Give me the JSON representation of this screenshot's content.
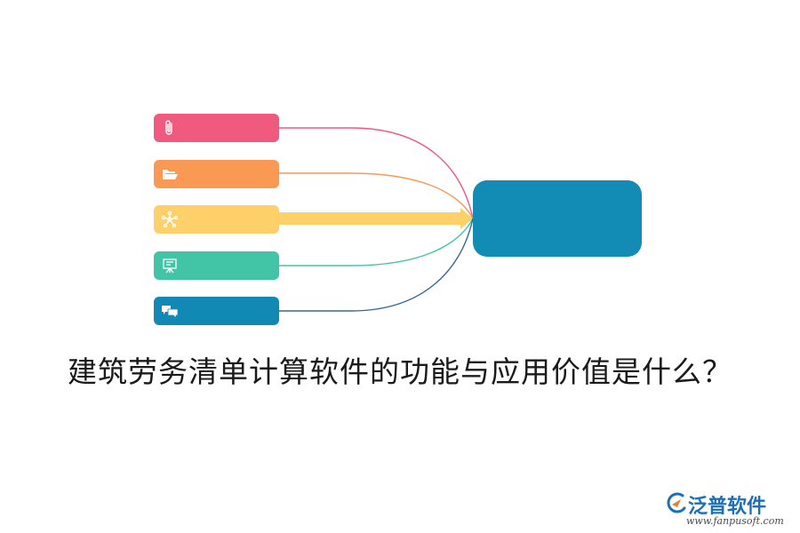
{
  "title": "建筑劳务清单计算软件的功能与应用价值是什么？",
  "nodes": [
    {
      "icon": "paperclip-icon",
      "color": "#f05a7e"
    },
    {
      "icon": "folder-open-icon",
      "color": "#f99954"
    },
    {
      "icon": "network-icon",
      "color": "#fdd06a"
    },
    {
      "icon": "presentation-board-icon",
      "color": "#42c4a6"
    },
    {
      "icon": "chat-bubbles-icon",
      "color": "#1288b4"
    }
  ],
  "target": {
    "color": "#128bb5"
  },
  "brand": {
    "name": "泛普软件",
    "url": "www.fanpusoft.com"
  }
}
